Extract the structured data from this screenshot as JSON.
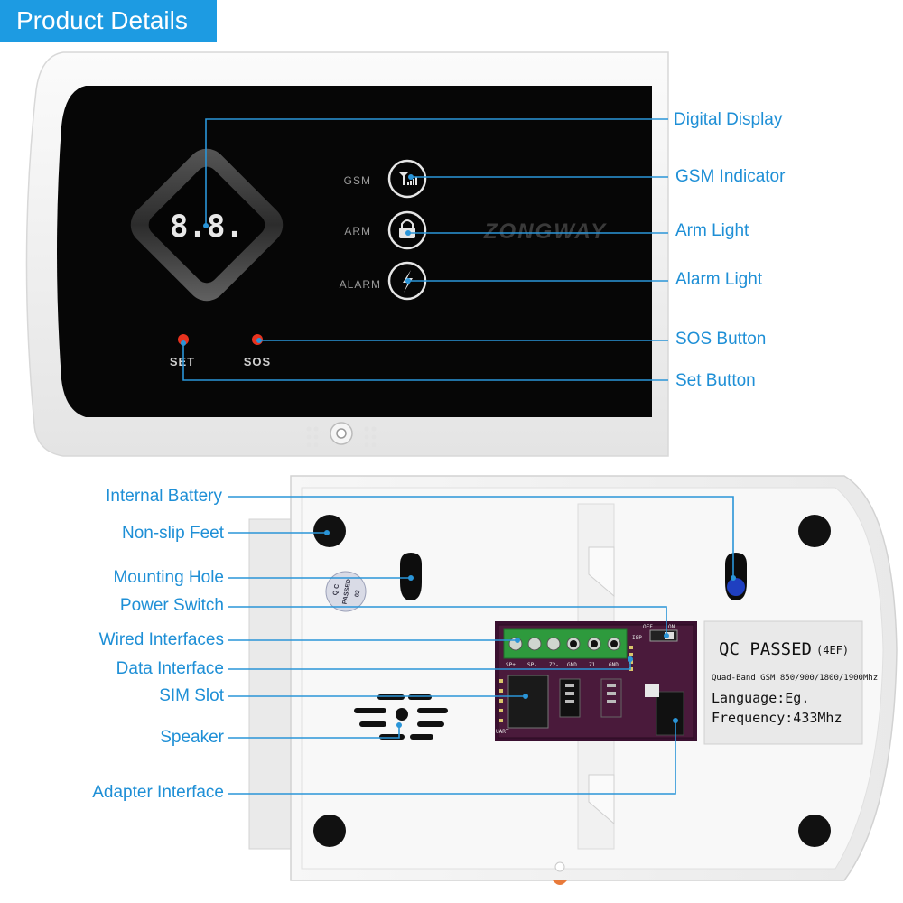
{
  "header": {
    "title": "Product Details"
  },
  "front_panel": {
    "display_digits": "8.8.",
    "indicators": [
      {
        "label": "GSM",
        "icon": "signal-icon"
      },
      {
        "label": "ARM",
        "icon": "lock-icon"
      },
      {
        "label": "ALARM",
        "icon": "lightning-icon"
      }
    ],
    "brand": "ZONGWAY",
    "buttons": [
      {
        "label": "SET",
        "color": "#e8321e"
      },
      {
        "label": "SOS",
        "color": "#e8321e"
      }
    ]
  },
  "front_callouts": [
    "Digital Display",
    "GSM Indicator",
    "Arm Light",
    "Alarm Light",
    "SOS Button",
    "Set Button"
  ],
  "back_callouts": [
    "Internal Battery",
    "Non-slip Feet",
    "Mounting Hole",
    "Power Switch",
    "Wired Interfaces",
    "Data Interface",
    "SIM Slot",
    "Speaker",
    "Adapter Interface"
  ],
  "qc_sticker": {
    "title": "QC PASSED",
    "code": "(4EF)",
    "band": "Quad-Band GSM 850/900/1800/1900Mhz",
    "language": "Language:Eg.",
    "frequency": "Frequency:433Mhz"
  },
  "qc_round": {
    "line1": "Q C",
    "line2": "PASSED",
    "line3": "02"
  },
  "pcb_labels": [
    "SP+",
    "SP-",
    "Z2-",
    "GND",
    "Z1",
    "GND",
    "UART",
    "OFF",
    "ON",
    "ISP"
  ],
  "colors": {
    "accent": "#1d9be2",
    "callout_text": "#1e8fd6",
    "panel_black": "#060606",
    "housing": "#f2f2f2",
    "led_red": "#e8321e"
  }
}
